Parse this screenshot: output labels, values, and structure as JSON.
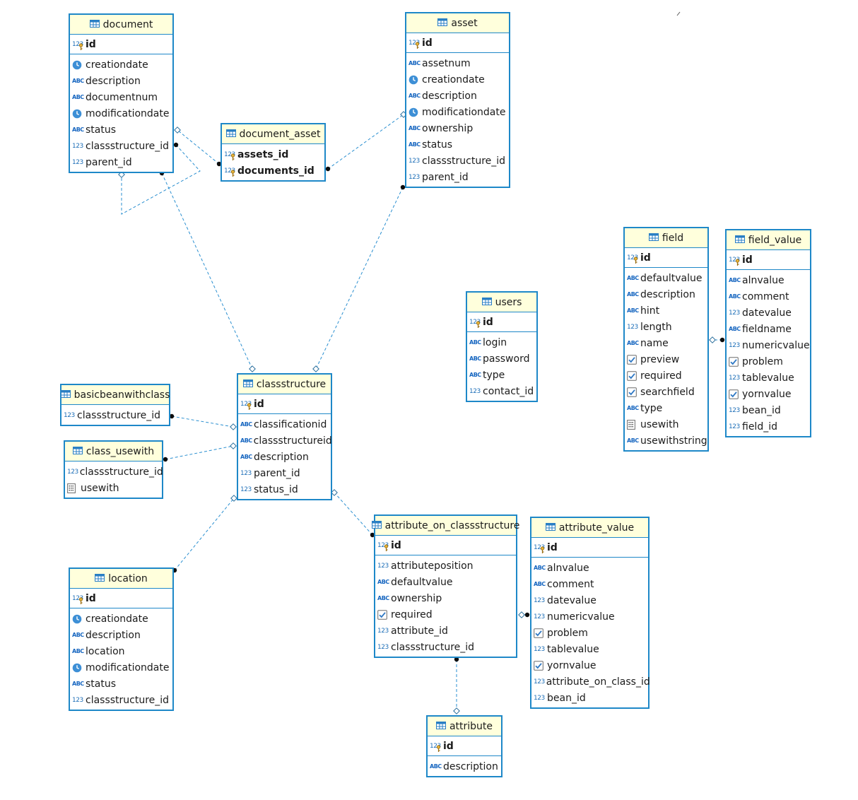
{
  "diagram": {
    "entities": [
      {
        "id": "document",
        "name": "document",
        "columns": [
          {
            "name": "id",
            "type": "pk"
          },
          {
            "name": "creationdate",
            "type": "time"
          },
          {
            "name": "description",
            "type": "text"
          },
          {
            "name": "documentnum",
            "type": "text"
          },
          {
            "name": "modificationdate",
            "type": "time"
          },
          {
            "name": "status",
            "type": "text"
          },
          {
            "name": "classstructure_id",
            "type": "num"
          },
          {
            "name": "parent_id",
            "type": "num"
          }
        ]
      },
      {
        "id": "document_asset",
        "name": "document_asset",
        "columns": [
          {
            "name": "assets_id",
            "type": "pkfk"
          },
          {
            "name": "documents_id",
            "type": "pkfk"
          }
        ]
      },
      {
        "id": "asset",
        "name": "asset",
        "columns": [
          {
            "name": "id",
            "type": "pk"
          },
          {
            "name": "assetnum",
            "type": "text"
          },
          {
            "name": "creationdate",
            "type": "time"
          },
          {
            "name": "description",
            "type": "text"
          },
          {
            "name": "modificationdate",
            "type": "time"
          },
          {
            "name": "ownership",
            "type": "text"
          },
          {
            "name": "status",
            "type": "text"
          },
          {
            "name": "classstructure_id",
            "type": "num"
          },
          {
            "name": "parent_id",
            "type": "num"
          }
        ]
      },
      {
        "id": "users",
        "name": "users",
        "columns": [
          {
            "name": "id",
            "type": "pk"
          },
          {
            "name": "login",
            "type": "text"
          },
          {
            "name": "password",
            "type": "text"
          },
          {
            "name": "type",
            "type": "text"
          },
          {
            "name": "contact_id",
            "type": "num"
          }
        ]
      },
      {
        "id": "field",
        "name": "field",
        "columns": [
          {
            "name": "id",
            "type": "pk"
          },
          {
            "name": "defaultvalue",
            "type": "text"
          },
          {
            "name": "description",
            "type": "text"
          },
          {
            "name": "hint",
            "type": "text"
          },
          {
            "name": "length",
            "type": "num"
          },
          {
            "name": "name",
            "type": "text"
          },
          {
            "name": "preview",
            "type": "bool"
          },
          {
            "name": "required",
            "type": "bool"
          },
          {
            "name": "searchfield",
            "type": "bool"
          },
          {
            "name": "type",
            "type": "text"
          },
          {
            "name": "usewith",
            "type": "enum"
          },
          {
            "name": "usewithstring",
            "type": "text"
          }
        ]
      },
      {
        "id": "field_value",
        "name": "field_value",
        "columns": [
          {
            "name": "id",
            "type": "pk"
          },
          {
            "name": "alnvalue",
            "type": "text"
          },
          {
            "name": "comment",
            "type": "text"
          },
          {
            "name": "datevalue",
            "type": "num"
          },
          {
            "name": "fieldname",
            "type": "text"
          },
          {
            "name": "numericvalue",
            "type": "num"
          },
          {
            "name": "problem",
            "type": "bool"
          },
          {
            "name": "tablevalue",
            "type": "num"
          },
          {
            "name": "yornvalue",
            "type": "bool"
          },
          {
            "name": "bean_id",
            "type": "num"
          },
          {
            "name": "field_id",
            "type": "num"
          }
        ]
      },
      {
        "id": "classstructure",
        "name": "classstructure",
        "columns": [
          {
            "name": "id",
            "type": "pk"
          },
          {
            "name": "classificationid",
            "type": "text"
          },
          {
            "name": "classstructureid",
            "type": "text"
          },
          {
            "name": "description",
            "type": "text"
          },
          {
            "name": "parent_id",
            "type": "num"
          },
          {
            "name": "status_id",
            "type": "num"
          }
        ]
      },
      {
        "id": "basicbeanwithclass",
        "name": "basicbeanwithclass",
        "columns": [
          {
            "name": "classstructure_id",
            "type": "num"
          }
        ]
      },
      {
        "id": "class_usewith",
        "name": "class_usewith",
        "columns": [
          {
            "name": "classstructure_id",
            "type": "num"
          },
          {
            "name": "usewith",
            "type": "enum"
          }
        ]
      },
      {
        "id": "location",
        "name": "location",
        "columns": [
          {
            "name": "id",
            "type": "pk"
          },
          {
            "name": "creationdate",
            "type": "time"
          },
          {
            "name": "description",
            "type": "text"
          },
          {
            "name": "location",
            "type": "text"
          },
          {
            "name": "modificationdate",
            "type": "time"
          },
          {
            "name": "status",
            "type": "text"
          },
          {
            "name": "classstructure_id",
            "type": "num"
          }
        ]
      },
      {
        "id": "attribute_on_classstructure",
        "name": "attribute_on_classstructure",
        "columns": [
          {
            "name": "id",
            "type": "pk"
          },
          {
            "name": "attributeposition",
            "type": "num"
          },
          {
            "name": "defaultvalue",
            "type": "text"
          },
          {
            "name": "ownership",
            "type": "text"
          },
          {
            "name": "required",
            "type": "bool"
          },
          {
            "name": "attribute_id",
            "type": "num"
          },
          {
            "name": "classstructure_id",
            "type": "num"
          }
        ]
      },
      {
        "id": "attribute_value",
        "name": "attribute_value",
        "columns": [
          {
            "name": "id",
            "type": "pk"
          },
          {
            "name": "alnvalue",
            "type": "text"
          },
          {
            "name": "comment",
            "type": "text"
          },
          {
            "name": "datevalue",
            "type": "num"
          },
          {
            "name": "numericvalue",
            "type": "num"
          },
          {
            "name": "problem",
            "type": "bool"
          },
          {
            "name": "tablevalue",
            "type": "num"
          },
          {
            "name": "yornvalue",
            "type": "bool"
          },
          {
            "name": "attribute_on_class_id",
            "type": "num"
          },
          {
            "name": "bean_id",
            "type": "num"
          }
        ]
      },
      {
        "id": "attribute",
        "name": "attribute",
        "columns": [
          {
            "name": "id",
            "type": "pk"
          },
          {
            "name": "description",
            "type": "text"
          }
        ]
      }
    ],
    "relationships": [
      {
        "from": "document_asset",
        "from_col": "documents_id",
        "to": "asset"
      },
      {
        "from": "document_asset",
        "from_col": "assets_id",
        "to": "document"
      },
      {
        "from": "document",
        "from_col": "parent_id",
        "to": "document",
        "self": true
      },
      {
        "from": "document",
        "from_col": "classstructure_id",
        "to": "classstructure"
      },
      {
        "from": "asset",
        "from_col": "classstructure_id",
        "to": "classstructure"
      },
      {
        "from": "basicbeanwithclass",
        "from_col": "classstructure_id",
        "to": "classstructure"
      },
      {
        "from": "class_usewith",
        "from_col": "classstructure_id",
        "to": "classstructure"
      },
      {
        "from": "location",
        "from_col": "classstructure_id",
        "to": "classstructure"
      },
      {
        "from": "attribute_on_classstructure",
        "from_col": "classstructure_id",
        "to": "classstructure"
      },
      {
        "from": "attribute_value",
        "from_col": "attribute_on_class_id",
        "to": "attribute_on_classstructure"
      },
      {
        "from": "attribute_on_classstructure",
        "from_col": "attribute_id",
        "to": "attribute"
      },
      {
        "from": "field_value",
        "from_col": "field_id",
        "to": "field"
      }
    ],
    "colors": {
      "border": "#1e88c8",
      "header_bg": "#ffffdc",
      "link": "#2a8fd0",
      "type_icon": "#1565c0"
    }
  }
}
